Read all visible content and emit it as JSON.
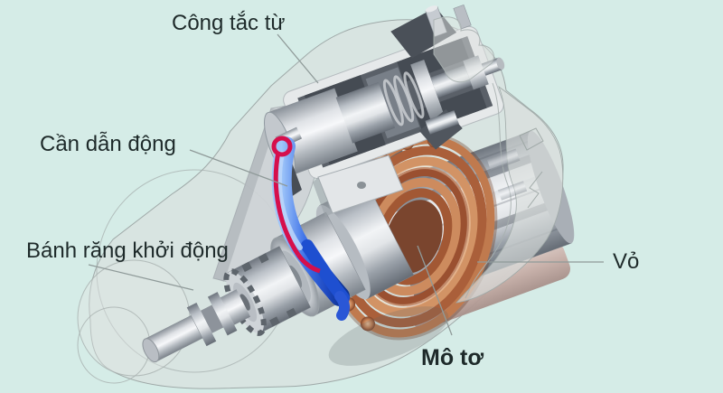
{
  "title": "Starter motor labeled cutaway diagram",
  "background_color": "#d5ece7",
  "text_color": "#1e2a2a",
  "leader_color": "#8f9a99",
  "labels": {
    "solenoid": "Công tắc từ",
    "drive_lever": "Cần dẫn động",
    "starter_pinion": "Bánh răng khởi động",
    "housing": "Vỏ",
    "motor": "Mô tơ"
  },
  "colors": {
    "metal_light": "#f2f4f6",
    "metal_mid": "#c6cbd1",
    "metal_dark": "#6e757e",
    "copper_light": "#eab68f",
    "copper_mid": "#c9845c",
    "copper_dark": "#8a4a2e",
    "lever_blue": "#3f72e8",
    "spring_red": "#d60f4c",
    "ghost_gray": "#dadedd",
    "pole_shoe_pink": "#c6ada6"
  }
}
